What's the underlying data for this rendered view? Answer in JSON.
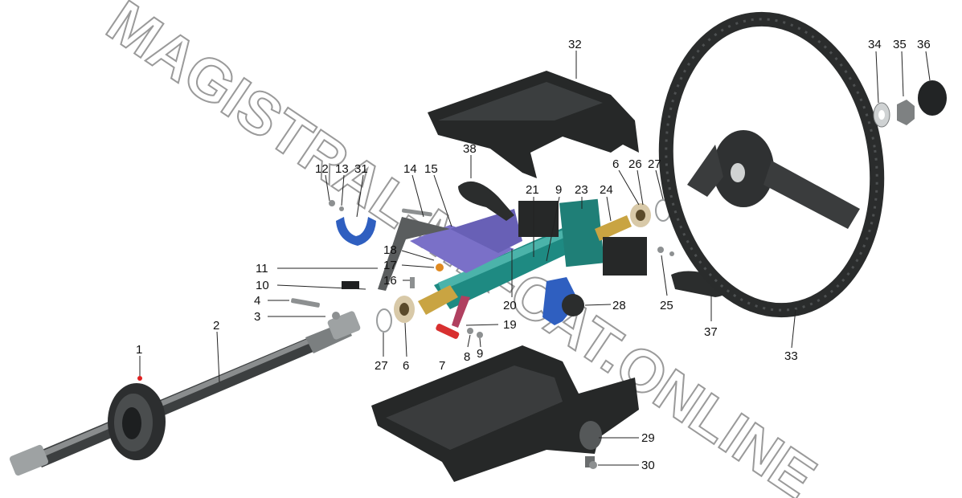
{
  "watermark": {
    "text": "MAGISTRAL-MK-CAT.ONLINE"
  },
  "colors": {
    "part_dark": "#2b2d2d",
    "part_mid": "#4a4d4e",
    "column_teal": "#1e8a82",
    "bracket_purple": "#7a70c8",
    "clamp_blue": "#2f5fc0",
    "brass": "#c9a442",
    "pin_red": "#d83030",
    "bushing_tan": "#d8c9a8"
  },
  "parts": [
    {
      "id": "1",
      "label": "1",
      "name": "grommet-flange"
    },
    {
      "id": "2",
      "label": "2",
      "name": "intermediate-shaft"
    },
    {
      "id": "3",
      "label": "3",
      "name": "nut"
    },
    {
      "id": "4",
      "label": "4",
      "name": "bolt"
    },
    {
      "id": "6a",
      "label": "6",
      "name": "bushing-lower"
    },
    {
      "id": "6b",
      "label": "6",
      "name": "bushing-upper"
    },
    {
      "id": "7",
      "label": "7",
      "name": "pin"
    },
    {
      "id": "8",
      "label": "8",
      "name": "washer"
    },
    {
      "id": "9a",
      "label": "9",
      "name": "nut-lower"
    },
    {
      "id": "9b",
      "label": "9",
      "name": "nut-upper"
    },
    {
      "id": "10",
      "label": "10",
      "name": "bracket-plate"
    },
    {
      "id": "11",
      "label": "11",
      "name": "strap"
    },
    {
      "id": "12",
      "label": "12",
      "name": "screw"
    },
    {
      "id": "13",
      "label": "13",
      "name": "washer-small"
    },
    {
      "id": "14",
      "label": "14",
      "name": "stud"
    },
    {
      "id": "15",
      "label": "15",
      "name": "clip"
    },
    {
      "id": "16",
      "label": "16",
      "name": "bolt-short"
    },
    {
      "id": "17",
      "label": "17",
      "name": "bushing-orange"
    },
    {
      "id": "18",
      "label": "18",
      "name": "spacer"
    },
    {
      "id": "19",
      "label": "19",
      "name": "spring-bracket"
    },
    {
      "id": "20",
      "label": "20",
      "name": "mounting-plate"
    },
    {
      "id": "21",
      "label": "21",
      "name": "switch"
    },
    {
      "id": "23",
      "label": "23",
      "name": "column-housing"
    },
    {
      "id": "24",
      "label": "24",
      "name": "upper-shaft"
    },
    {
      "id": "25",
      "label": "25",
      "name": "screw-upper"
    },
    {
      "id": "26",
      "label": "26",
      "name": "bearing"
    },
    {
      "id": "27a",
      "label": "27",
      "name": "snap-ring-lower"
    },
    {
      "id": "27b",
      "label": "27",
      "name": "snap-ring-upper"
    },
    {
      "id": "28",
      "label": "28",
      "name": "ignition-lock"
    },
    {
      "id": "29",
      "label": "29",
      "name": "lower-shroud"
    },
    {
      "id": "30",
      "label": "30",
      "name": "shroud-screw"
    },
    {
      "id": "31",
      "label": "31",
      "name": "clamp"
    },
    {
      "id": "32",
      "label": "32",
      "name": "upper-shroud"
    },
    {
      "id": "33",
      "label": "33",
      "name": "steering-wheel"
    },
    {
      "id": "34",
      "label": "34",
      "name": "wheel-washer"
    },
    {
      "id": "35",
      "label": "35",
      "name": "wheel-nut"
    },
    {
      "id": "36",
      "label": "36",
      "name": "horn-cap"
    },
    {
      "id": "37",
      "label": "37",
      "name": "wiper-lever"
    },
    {
      "id": "38",
      "label": "38",
      "name": "turn-signal-lever"
    }
  ]
}
